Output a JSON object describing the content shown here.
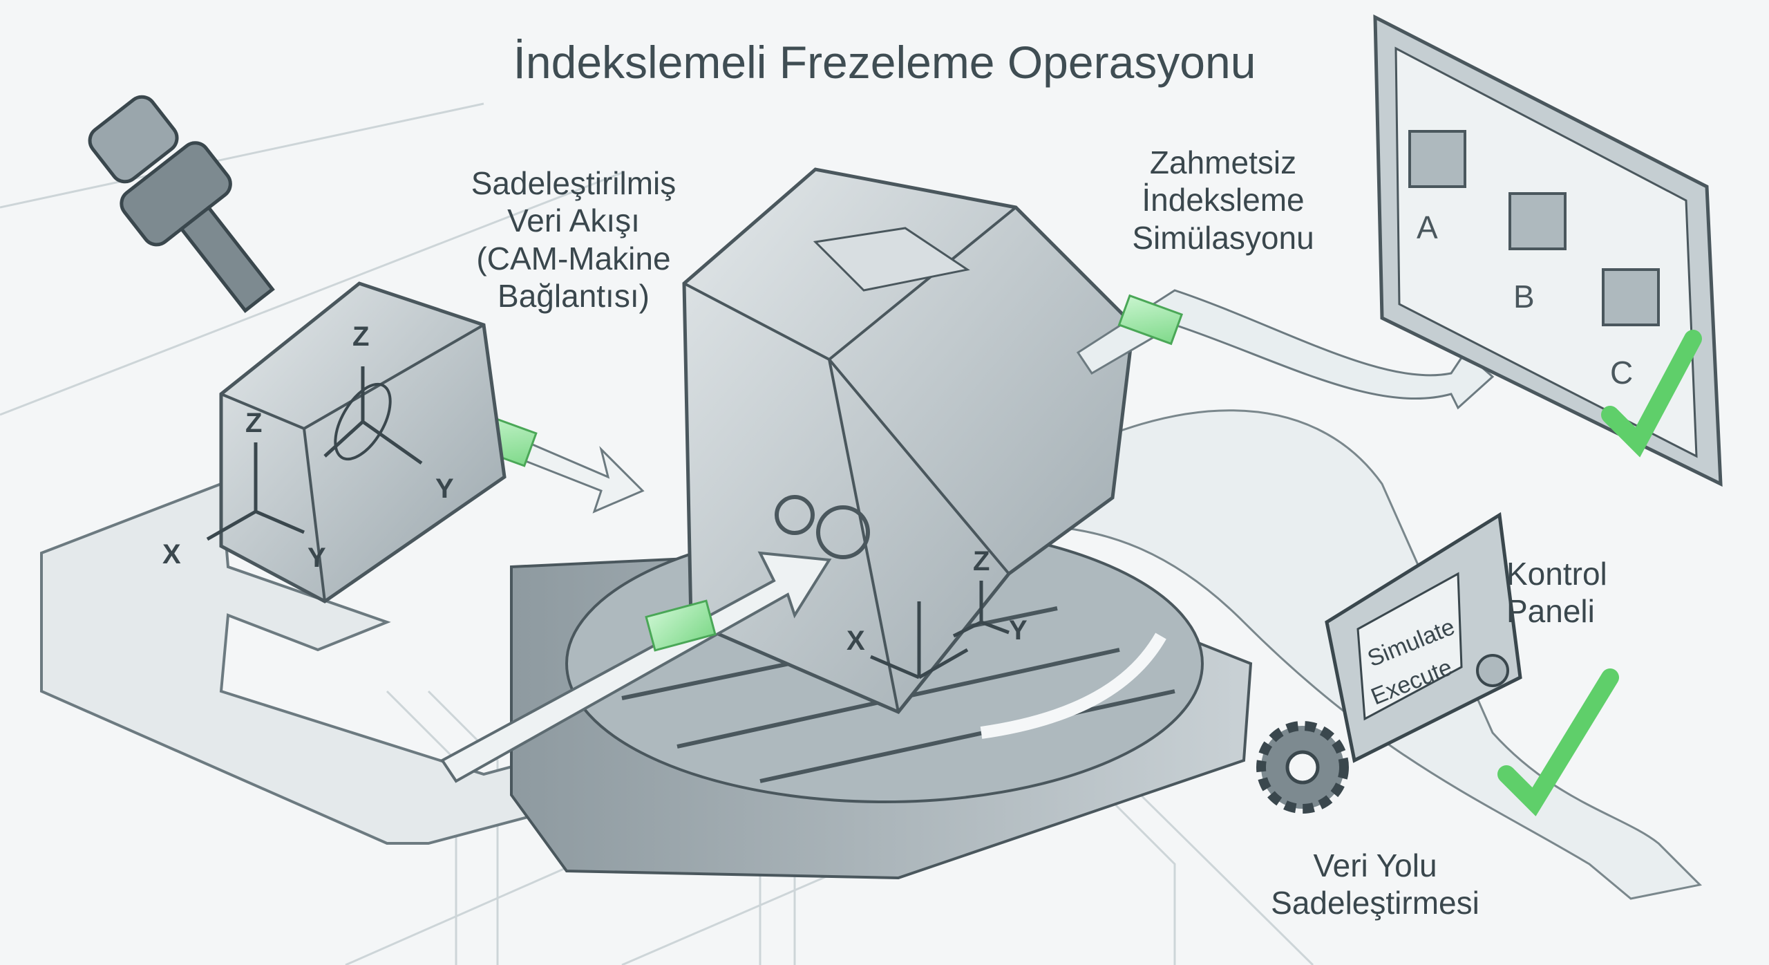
{
  "title": "İndekslemeli Frezeleme Operasyonu",
  "labels": {
    "data_flow": [
      "Sadeleştirilmiş",
      "Veri Akışı",
      "(CAM-Makine",
      "Bağlantısı)"
    ],
    "simulation": [
      "Zahmetsiz",
      "İndeksleme",
      "Simülasyonu"
    ],
    "control_panel": [
      "Kontrol",
      "Paneli"
    ],
    "data_path": [
      "Veri Yolu",
      "Sadeleştirmesi"
    ]
  },
  "axes": {
    "x": "X",
    "y": "Y",
    "z": "Z"
  },
  "monitor_steps": [
    "A",
    "B",
    "C"
  ],
  "panel_buttons": {
    "simulate": "Simulate",
    "execute": "Execute"
  },
  "colors": {
    "accent_green": "#5fcf6a",
    "metal": "#b9c3c8",
    "outline": "#4a575d",
    "background": "#f4f6f7"
  }
}
